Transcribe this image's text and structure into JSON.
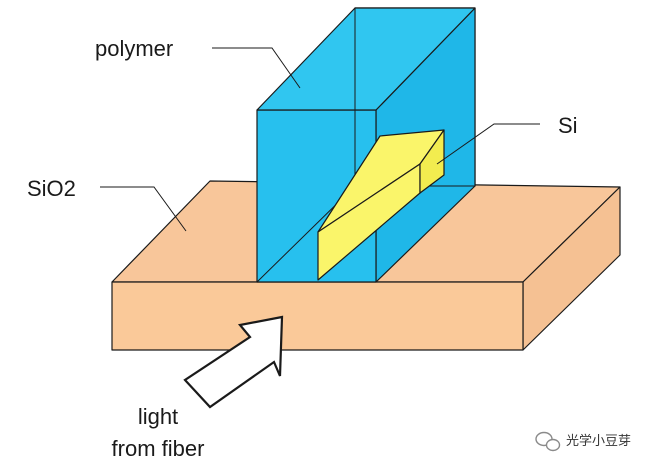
{
  "labels": {
    "polymer": "polymer",
    "si": "Si",
    "sio2": "SiO2",
    "light_line1": "light",
    "light_line2": "from fiber"
  },
  "watermark": "光学小豆芽",
  "colors": {
    "substrate_front": "#fac999",
    "substrate_top": "#f8c69a",
    "substrate_side": "#f5c193",
    "polymer": "#27c0ee",
    "polymer_dark": "#19b2e2",
    "silicon": "#faf56a",
    "silicon_side": "#f2ec4f",
    "arrow_fill": "#ffffff",
    "ink": "#1a1a1a"
  },
  "icons": {
    "arrow": "light-input-arrow-icon",
    "watermark": "wechat-logo-icon"
  }
}
